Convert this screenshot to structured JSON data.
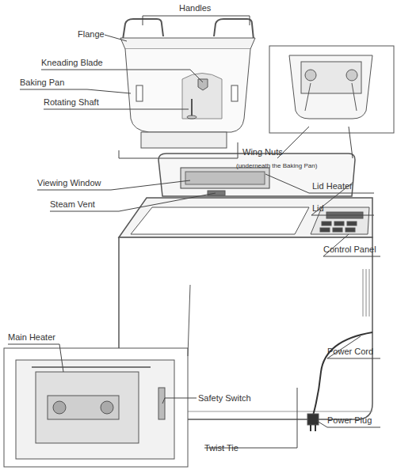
{
  "diagram": {
    "labels": [
      "Handles",
      "Flange",
      "Kneading Blade",
      "Baking Pan",
      "Rotating Shaft",
      "Wing Nuts",
      "(underneath the Baking Pan)",
      "Viewing Window",
      "Lid Heater",
      "Lid",
      "Steam Vent",
      "Control Panel",
      "Main Heater",
      "Power Cord",
      "Safety Switch",
      "Power Plug",
      "Twist Tie"
    ]
  }
}
